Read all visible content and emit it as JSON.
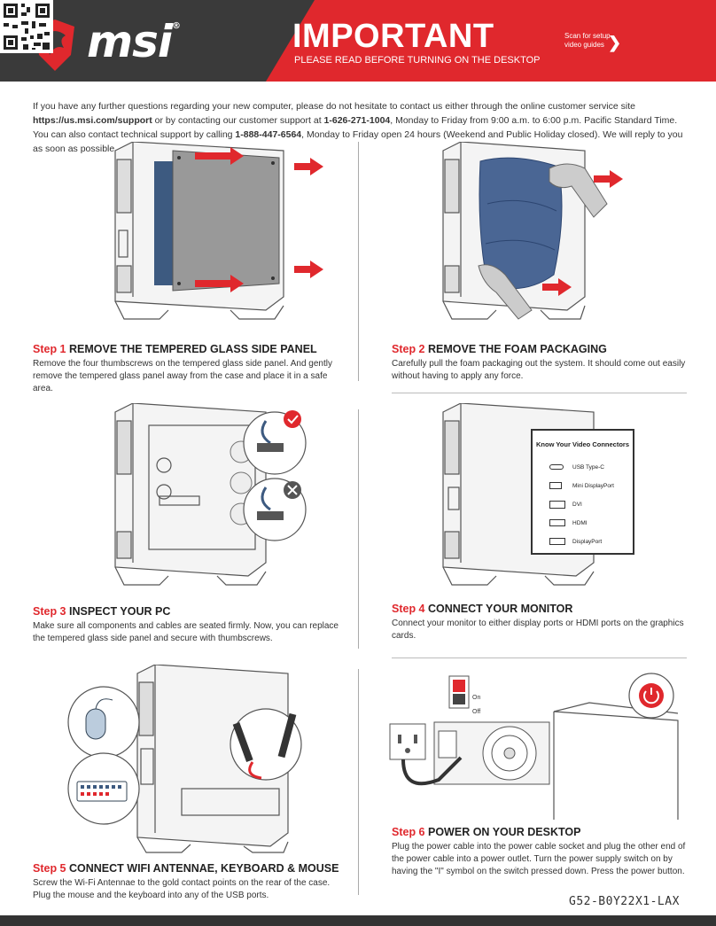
{
  "header": {
    "brand": "msi",
    "title": "IMPORTANT",
    "subtitle": "PLEASE READ BEFORE TURNING ON THE DESKTOP",
    "scan_text": "Scan for setup video guides",
    "scan_arrow": "❯",
    "colors": {
      "red": "#e0282d",
      "dark": "#333333"
    }
  },
  "intro": {
    "p1": "If you have any further questions regarding your new computer, please do not hesitate to contact us either through the online customer service site",
    "url": "https://us.msi.com/support",
    "p2": " or by contacting our customer support at ",
    "phone1": "1-626-271-1004",
    "p3": ", Monday to Friday from 9:00 a.m. to 6:00 p.m. Pacific Standard Time. You can also contact technical support by calling ",
    "phone2": "1-888-447-6564",
    "p4": ", Monday to Friday open 24 hours (Weekend and Public Holiday closed). We will reply to you as soon as possible."
  },
  "steps": [
    {
      "num": "Step 1",
      "title": "REMOVE THE TEMPERED GLASS SIDE PANEL",
      "desc": "Remove the four thumbscrews on the tempered glass side panel. And gently remove the tempered glass panel away from the case and place it in a safe area."
    },
    {
      "num": "Step 2",
      "title": "REMOVE THE FOAM PACKAGING",
      "desc": "Carefully pull the foam packaging out the system. It should come out easily without having to apply any force."
    },
    {
      "num": "Step 3",
      "title": "INSPECT YOUR PC",
      "desc": "Make sure all components and cables are seated firmly. Now, you can replace the tempered glass side panel and secure with thumbscrews."
    },
    {
      "num": "Step 4",
      "title": "CONNECT YOUR MONITOR",
      "desc": "Connect your monitor to either display ports or HDMI ports on the graphics cards."
    },
    {
      "num": "Step 5",
      "title": "CONNECT WIFI ANTENNAE, KEYBOARD & MOUSE",
      "desc": "Screw the Wi-Fi Antennae to the gold contact points on the rear of the case. Plug the mouse and the keyboard into any of the USB ports."
    },
    {
      "num": "Step 6",
      "title": "POWER ON YOUR DESKTOP",
      "desc": "Plug the power cable into the power cable socket and plug the other end of the power cable into a power outlet. Turn the power supply switch on by having the \"I\" symbol on the switch pressed down. Press the power button."
    }
  ],
  "connectors": {
    "title": "Know Your Video Connectors",
    "items": [
      "USB Type-C",
      "Mini DisplayPort",
      "DVI",
      "HDMI",
      "DisplayPort"
    ]
  },
  "switch": {
    "on": "On",
    "off": "Off"
  },
  "footer": {
    "code": "G52-B0Y22X1-LAX"
  }
}
